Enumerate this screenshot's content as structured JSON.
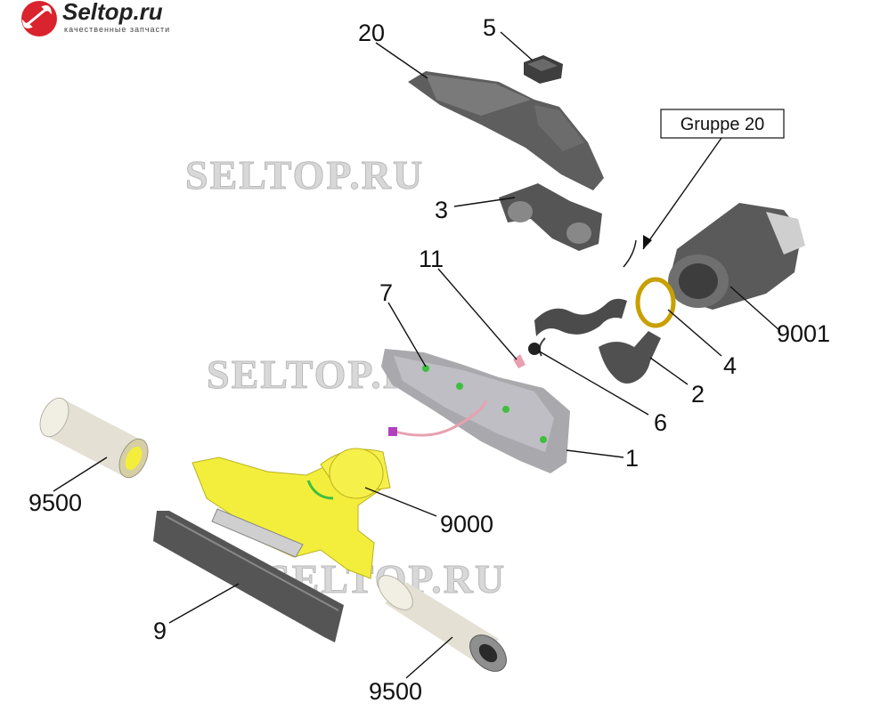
{
  "brand": {
    "name": "Seltop.ru",
    "tagline": "качественные запчасти",
    "accent": "#d9232d"
  },
  "watermark": "SELTOP.RU",
  "group_box": "Gruppe 20",
  "parts": {
    "p20": "20",
    "p5": "5",
    "p3": "3",
    "p11": "11",
    "p7": "7",
    "p9001": "9001",
    "p4": "4",
    "p2": "2",
    "p6": "6",
    "p1": "1",
    "p9500a": "9500",
    "p9000": "9000",
    "p9": "9",
    "p9500b": "9500"
  },
  "colors": {
    "housing": "#5c5c5c",
    "roller": "#e7e4d8",
    "motor": "#f3ee3c",
    "gasket": "#c8a000",
    "hose": "#4a4a4a",
    "wire": "#e8a0b0"
  }
}
